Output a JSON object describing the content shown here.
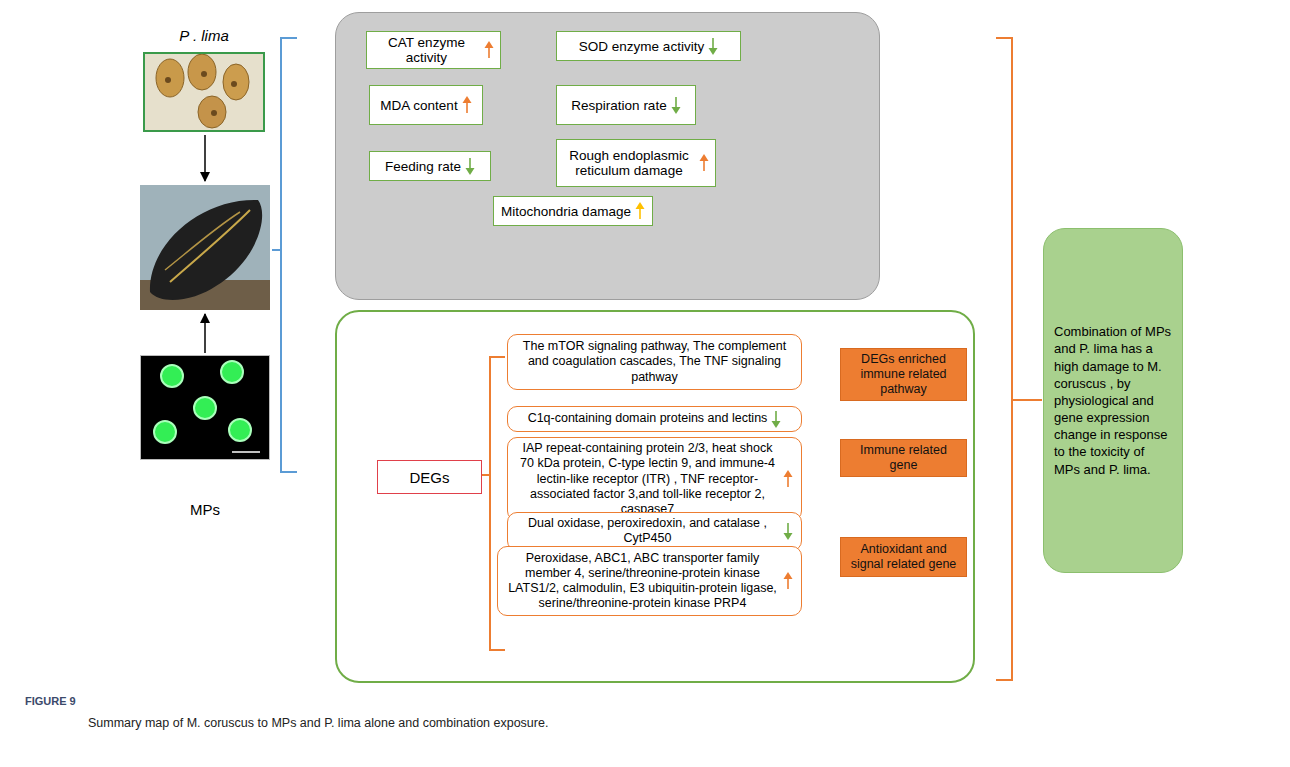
{
  "diagram": {
    "caption": "Summary map of M. coruscus to MPs and P. lima alone and combination exposure.",
    "nodes": [
      {
        "text": [
          "P . lima"
        ]
      },
      {
        "text": [
          "MPs"
        ]
      },
      {
        "text": []
      },
      {
        "text": [
          "CAT enzyme activity"
        ],
        "in": 2
      },
      {
        "text": [
          "SOD enzyme activity"
        ],
        "in": 2
      },
      {
        "text": [
          "MDA content"
        ],
        "in": 2
      },
      {
        "text": [
          "Respiration rate"
        ],
        "in": 2
      },
      {
        "text": [
          "Feeding rate"
        ],
        "in": 2
      },
      {
        "text": [
          "Rough endoplasmic reticulum damage"
        ],
        "in": 2
      },
      {
        "text": [
          "Mitochondria damage"
        ],
        "in": 2
      },
      {
        "text": []
      },
      {
        "text": [
          "DEGs"
        ],
        "in": 10
      },
      {
        "text": [
          "The mTOR signaling pathway, The complement and coagulation cascades, The TNF signaling pathway"
        ],
        "in": 10
      },
      {
        "text": [
          "DEGs enriched immune related pathway"
        ],
        "in": 10
      },
      {
        "text": [
          "C1q-containing domain proteins and lectins"
        ],
        "in": 10
      },
      {
        "text": [
          "Immune related gene"
        ],
        "in": 10
      },
      {
        "text": [
          "IAP repeat-containing protein 2/3, heat shock 70 kDa protein, C-type lectin 9, and immune-4 lectin-like receptor (ITR) , TNF receptor-associated factor 3,and toll-like receptor 2, caspase7"
        ],
        "in": 10
      },
      {
        "text": [
          "Dual oxidase, peroxiredoxin, and catalase , CytP450"
        ],
        "in": 10
      },
      {
        "text": [
          "Antioxidant and signal related gene"
        ],
        "in": 10
      },
      {
        "text": [
          "Peroxidase, ABC1, ABC transporter family member 4, serine/threonine-protein kinase LATS1/2, calmodulin, E3 ubiquitin-protein ligase, serine/threonine-protein kinase PRP4"
        ],
        "in": 10
      },
      {
        "text": [
          "Combination of MPs and P. lima has a high damage to M. coruscus , by physiological and gene expression change in response to the toxicity of MPs and P. lima."
        ]
      }
    ],
    "labels": [
      "FIGURE 9"
    ]
  }
}
